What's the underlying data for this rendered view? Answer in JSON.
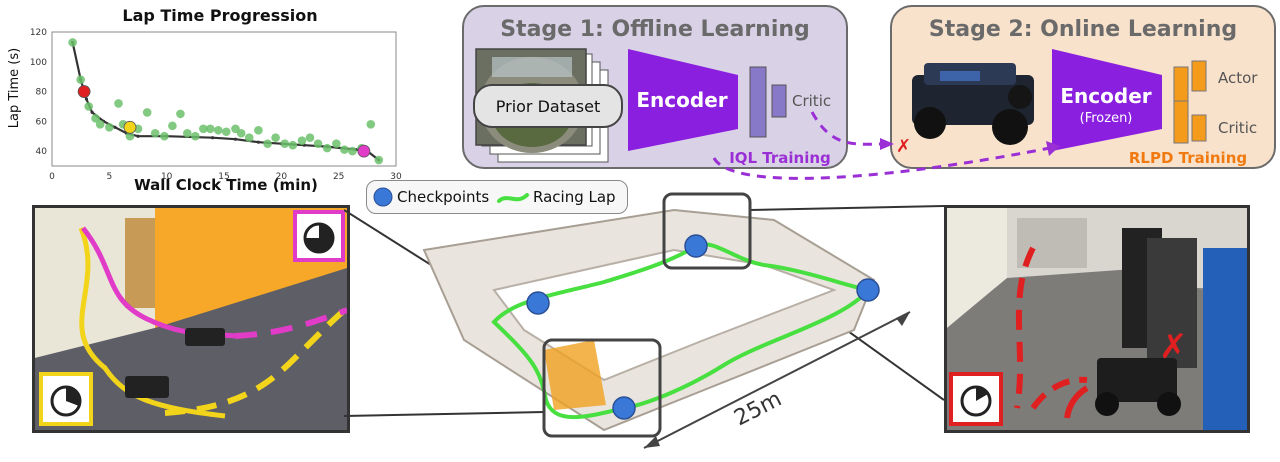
{
  "colors": {
    "stage1_bg": "#d9d2e6",
    "stage2_bg": "#f8e2cc",
    "encoder": "#8b1fe0",
    "critic_stage1": "#8878c8",
    "actor_critic_stage2": "#f59b1c",
    "iql_label": "#9b2fd6",
    "rlpd_label": "#f07a10",
    "checkpoint": "#3a78d8",
    "racing_lap": "#48e040",
    "fit_line": "#333333",
    "scatter": "#6cbf6c",
    "marker_red": "#e02020",
    "marker_yellow": "#f2d41a",
    "marker_magenta": "#e03cc8",
    "crash_x": "#e02020"
  },
  "chart_data": {
    "type": "scatter",
    "title": "Lap Time Progression",
    "xlabel": "Wall Clock Time (min)",
    "ylabel": "Lap Time (s)",
    "xlim": [
      0,
      30
    ],
    "ylim": [
      30,
      120
    ],
    "xticks": [
      0,
      5,
      10,
      15,
      20,
      25,
      30
    ],
    "yticks": [
      40,
      60,
      80,
      100,
      120
    ],
    "grid": true,
    "series": [
      {
        "kind": "points",
        "x": [
          1.8,
          2.5,
          3.2,
          3.8,
          4.2,
          5.0,
          5.8,
          6.2,
          6.8,
          7.5,
          8.3,
          9.0,
          9.8,
          10.5,
          11.2,
          11.8,
          12.5,
          13.2,
          13.8,
          14.5,
          15.2,
          16.0,
          16.5,
          17.2,
          18.0,
          18.8,
          19.5,
          20.3,
          21.0,
          21.8,
          22.5,
          23.2,
          24.0,
          24.8,
          25.5,
          26.2,
          27.0,
          27.8,
          28.5
        ],
        "y": [
          113,
          88,
          70,
          62,
          58,
          56,
          72,
          58,
          50,
          55,
          66,
          52,
          50,
          57,
          65,
          52,
          50,
          55,
          55,
          54,
          53,
          55,
          52,
          49,
          54,
          45,
          49,
          45,
          44,
          47,
          49,
          45,
          42,
          45,
          41,
          40,
          42,
          58,
          34
        ]
      },
      {
        "kind": "line",
        "x": [
          1.8,
          2.5,
          3.0,
          3.5,
          4.5,
          5.5,
          6.5,
          7.5,
          10.0,
          14.0,
          16.0,
          18.0,
          20.0,
          22.0,
          24.0,
          26.5,
          27.5,
          28.5
        ],
        "y": [
          113,
          88,
          75,
          66,
          60,
          56,
          52,
          50,
          50,
          49,
          48,
          46,
          45,
          44,
          43,
          41,
          40,
          34
        ]
      }
    ],
    "highlights": [
      {
        "x": 2.8,
        "y": 80,
        "color": "#e02020"
      },
      {
        "x": 6.8,
        "y": 56,
        "color": "#f2d41a"
      },
      {
        "x": 27.2,
        "y": 40,
        "color": "#e03cc8"
      }
    ]
  },
  "stage1": {
    "title": "Stage 1: Offline Learning",
    "dataset_label": "Prior Dataset",
    "encoder_label": "Encoder",
    "critic_label": "Critic",
    "training_label": "IQL Training"
  },
  "stage2": {
    "title": "Stage 2: Online Learning",
    "encoder_label": "Encoder",
    "encoder_sublabel": "(Frozen)",
    "actor_label": "Actor",
    "critic_label": "Critic",
    "training_label": "RLPD Training"
  },
  "legend": {
    "checkpoints_label": "Checkpoints",
    "racing_lap_label": "Racing  Lap"
  },
  "map": {
    "scale_label": "25m"
  }
}
